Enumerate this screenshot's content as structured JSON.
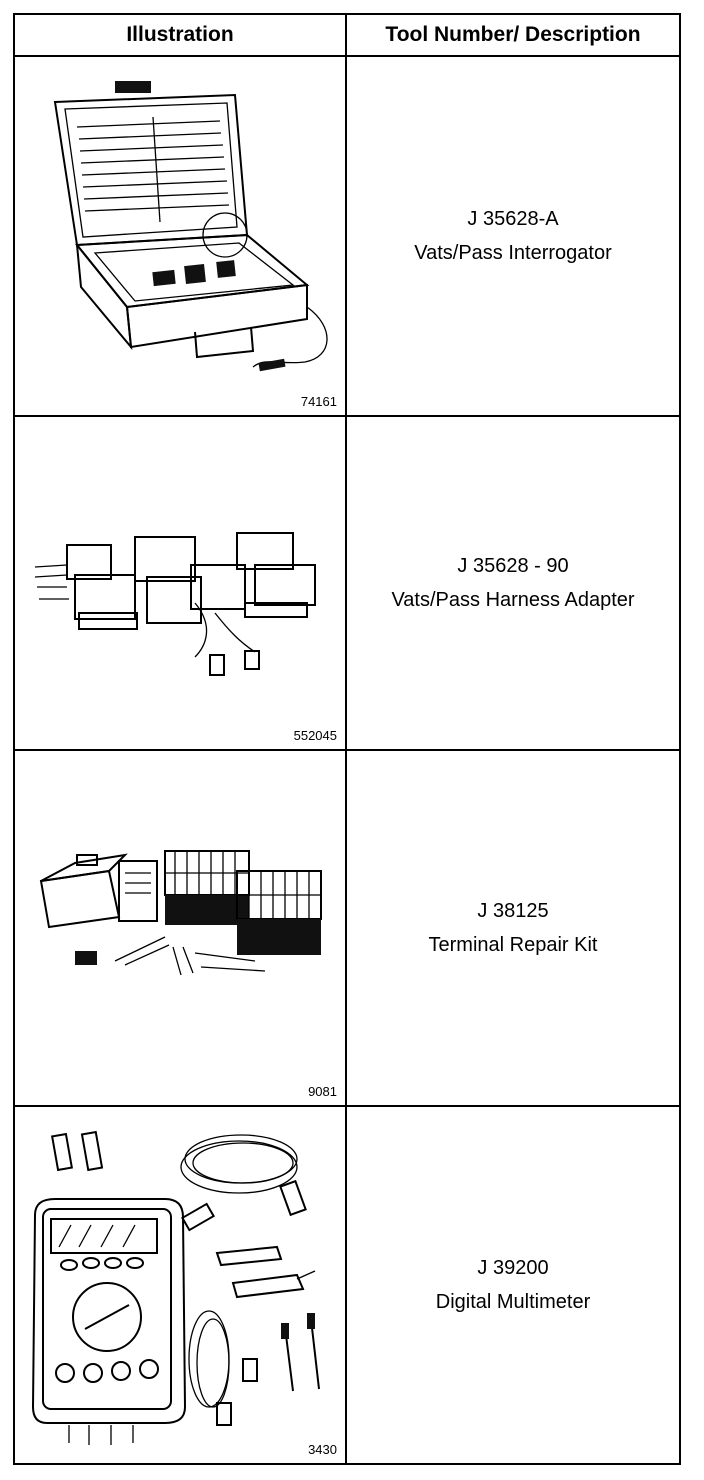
{
  "table": {
    "headers": {
      "illustration": "Illustration",
      "tool": "Tool Number/ Description"
    },
    "rows": [
      {
        "figure": "74161",
        "tool_number": "J 35628-A",
        "description": "Vats/Pass Interrogator",
        "icon": "interrogator-case-icon"
      },
      {
        "figure": "552045",
        "tool_number": "J 35628 - 90",
        "description": "Vats/Pass Harness Adapter",
        "icon": "harness-adapter-icon"
      },
      {
        "figure": "9081",
        "tool_number": "J 38125",
        "description": "Terminal Repair Kit",
        "icon": "terminal-repair-kit-icon"
      },
      {
        "figure": "3430",
        "tool_number": "J 39200",
        "description": "Digital Multimeter",
        "icon": "digital-multimeter-icon"
      }
    ]
  }
}
